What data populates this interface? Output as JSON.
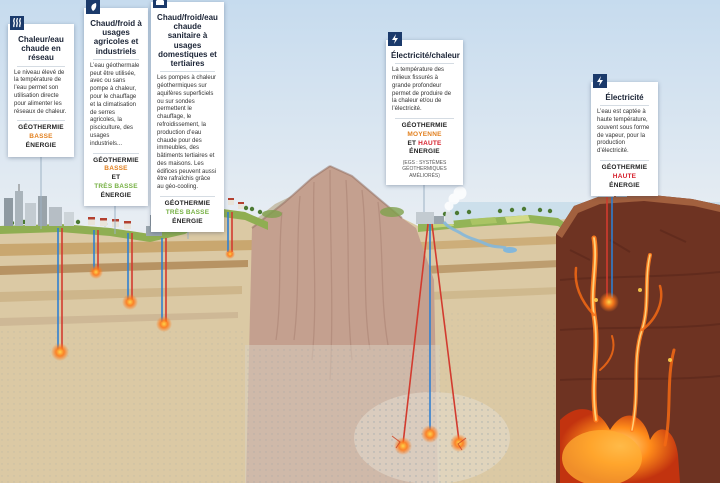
{
  "colors": {
    "energy_basse": "#e2801f",
    "energy_tres_basse": "#76b043",
    "energy_moyenne": "#e2801f",
    "energy_haute": "#d51f2b",
    "icon_background": "#1b3a6b"
  },
  "callouts": [
    {
      "id": "heat-network",
      "title": "Chaleur/eau chaude en réseau",
      "body": "Le niveau élevé de la température de l’eau permet son utilisation directe pour alimenter les réseaux de chaleur.",
      "energy_lines": [
        {
          "text": "GÉOTHERMIE"
        },
        {
          "text": "BASSE"
        },
        {
          "text": "ÉNERGIE"
        }
      ]
    },
    {
      "id": "agricole-industriel",
      "title": "Chaud/froid à usages agricoles et industriels",
      "body": "L’eau géothermale peut être utilisée, avec ou sans pompe à chaleur, pour le chauffage et la climatisation de serres agricoles, la pisciculture, des usages industriels...",
      "energy_lines": [
        {
          "text": "GÉOTHERMIE"
        },
        {
          "text": "BASSE"
        },
        {
          "text": "ET"
        },
        {
          "text": "TRÈS BASSE"
        },
        {
          "text": "ÉNERGIE"
        }
      ]
    },
    {
      "id": "domestique-tertiaire",
      "title": "Chaud/froid/eau chaude sanitaire à usages domestiques et tertiaires",
      "body": "Les pompes à chaleur géothermiques sur aquifères superficiels ou sur sondes permettent le chauffage, le refroidissement, la production d’eau chaude pour des immeubles, des bâtiments tertiaires et des maisons. Les édifices peuvent aussi être rafraîchis grâce au géo-cooling.",
      "energy_lines": [
        {
          "text": "GÉOTHERMIE"
        },
        {
          "text": "TRÈS BASSE"
        },
        {
          "text": "ÉNERGIE"
        }
      ]
    },
    {
      "id": "electricite-chaleur",
      "title": "Électricité/chaleur",
      "body": "La température des milieux fissurés à grande profondeur permet de produire de la chaleur et/ou de l’électricité.",
      "energy_lines": [
        {
          "text": "GÉOTHERMIE"
        },
        {
          "text": "MOYENNE"
        },
        {
          "text": "ET"
        },
        {
          "text": "HAUTE"
        },
        {
          "text": "ÉNERGIE"
        }
      ],
      "note": "(EGS : SYSTÈMES GÉOTHERMIQUES AMÉLIORÉS)"
    },
    {
      "id": "electricite",
      "title": "Électricité",
      "body": "L’eau est captée à haute température, souvent sous forme de vapeur, pour la production d’électricité.",
      "energy_lines": [
        {
          "text": "GÉOTHERMIE"
        },
        {
          "text": "HAUTE"
        },
        {
          "text": "ÉNERGIE"
        }
      ]
    }
  ]
}
